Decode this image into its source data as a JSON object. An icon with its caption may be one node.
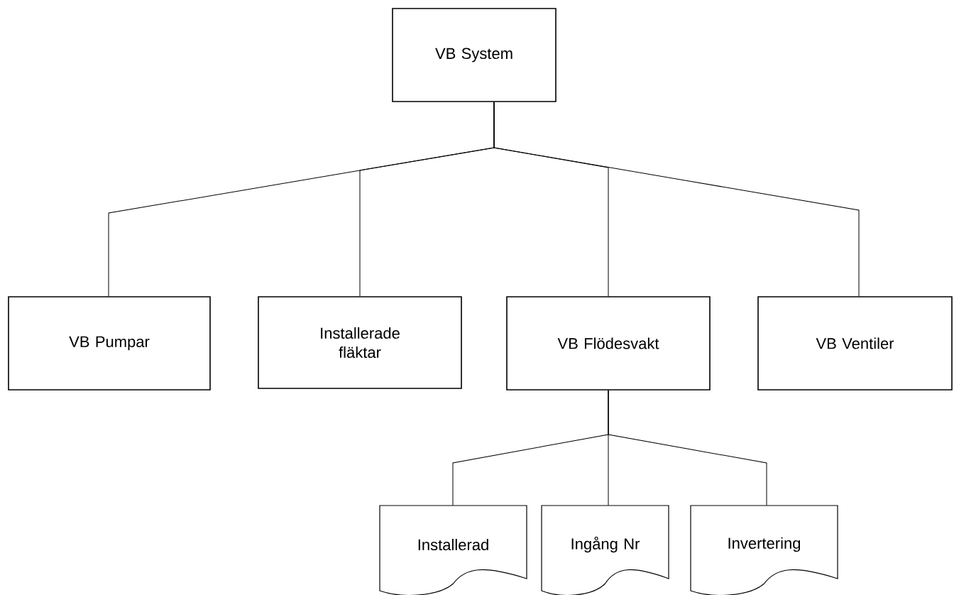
{
  "diagram": {
    "nodes": [
      {
        "text": [
          "VB System"
        ]
      },
      {
        "text": [
          "VB Pumpar"
        ]
      },
      {
        "text": [
          "Installerade fläktar"
        ]
      },
      {
        "text": [
          "VB Flödesvakt"
        ]
      },
      {
        "text": [
          "VB Ventiler"
        ]
      },
      {
        "text": [
          "Installerad"
        ]
      },
      {
        "text": [
          "Ingång Nr"
        ]
      },
      {
        "text": [
          "Invertering"
        ]
      }
    ],
    "edges": [
      {
        "from": 0,
        "to": 1,
        "arrow": "none"
      },
      {
        "from": 0,
        "to": 2,
        "arrow": "none"
      },
      {
        "from": 0,
        "to": 3,
        "arrow": "none"
      },
      {
        "from": 0,
        "to": 4,
        "arrow": "none"
      },
      {
        "from": 3,
        "to": 5,
        "arrow": "none"
      },
      {
        "from": 3,
        "to": 6,
        "arrow": "none"
      },
      {
        "from": 3,
        "to": 7,
        "arrow": "none"
      }
    ]
  }
}
